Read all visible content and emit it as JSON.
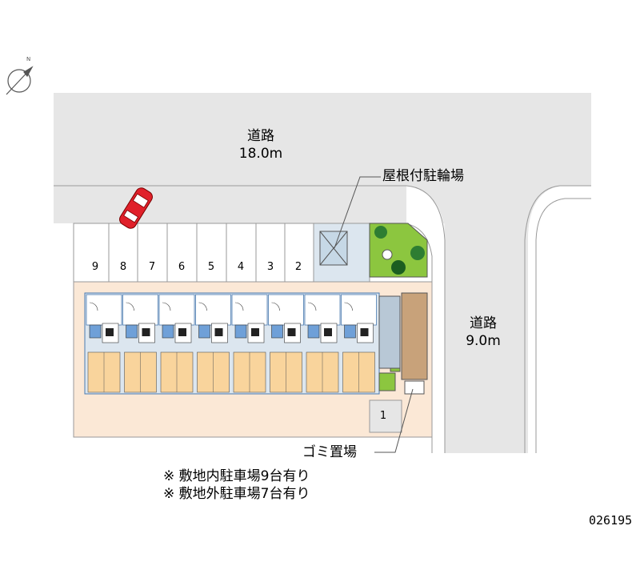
{
  "roads": {
    "top_label": "道路",
    "top_width": "18.0m",
    "right_label": "道路",
    "right_width": "9.0m"
  },
  "facilities": {
    "bicycle_parking": "屋根付駐輪場",
    "garbage": "ゴミ置場"
  },
  "parking_slots": [
    "9",
    "8",
    "7",
    "6",
    "5",
    "4",
    "3",
    "2",
    "1"
  ],
  "notes": {
    "onsite": "※ 敷地内駐車場9台有り",
    "offsite": "※ 敷地外駐車場7台有り"
  },
  "property_code": "026195",
  "colors": {
    "road": "#e6e6e6",
    "site": "#fbe8d6",
    "building_interior": "#dce6ef",
    "room_tatami": "#f9d49c",
    "bath": "#6fa0d8",
    "green": "#8cc63f",
    "car": "#e0202a",
    "walkway": "#c8a27a"
  },
  "icons": {
    "compass": "north-arrow-icon",
    "car": "car-icon"
  }
}
